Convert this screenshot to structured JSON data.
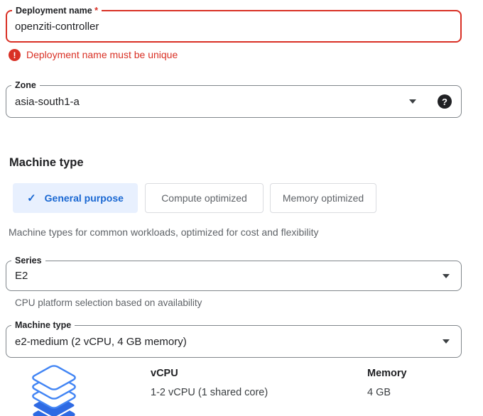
{
  "fields": {
    "deployment_name": {
      "label": "Deployment name",
      "required_marker": "*",
      "value": "openziti-controller",
      "error_message": "Deployment name must be unique"
    },
    "zone": {
      "label": "Zone",
      "value": "asia-south1-a"
    },
    "series": {
      "label": "Series",
      "value": "E2",
      "helper": "CPU platform selection based on availability"
    },
    "machine_type": {
      "label": "Machine type",
      "value": "e2-medium (2 vCPU, 4 GB memory)"
    }
  },
  "machine_section": {
    "heading": "Machine type",
    "tabs": [
      {
        "label": "General purpose",
        "selected": true
      },
      {
        "label": "Compute optimized",
        "selected": false
      },
      {
        "label": "Memory optimized",
        "selected": false
      }
    ],
    "description": "Machine types for common workloads, optimized for cost and flexibility"
  },
  "spec": {
    "vcpu_label": "vCPU",
    "vcpu_value": "1-2 vCPU (1 shared core)",
    "memory_label": "Memory",
    "memory_value": "4 GB"
  },
  "icons": {
    "check_glyph": "✓",
    "help_glyph": "?",
    "error_glyph": "!",
    "stack_icon_name": "machine-layers-icon"
  },
  "colors": {
    "error_red": "#d93025",
    "accent_blue": "#1967d2",
    "tab_selected_bg": "#e8f0fe",
    "icon_outline_blue": "#4285f4",
    "icon_fill_blue": "#2e6ae3",
    "border_gray": "#80868b"
  }
}
